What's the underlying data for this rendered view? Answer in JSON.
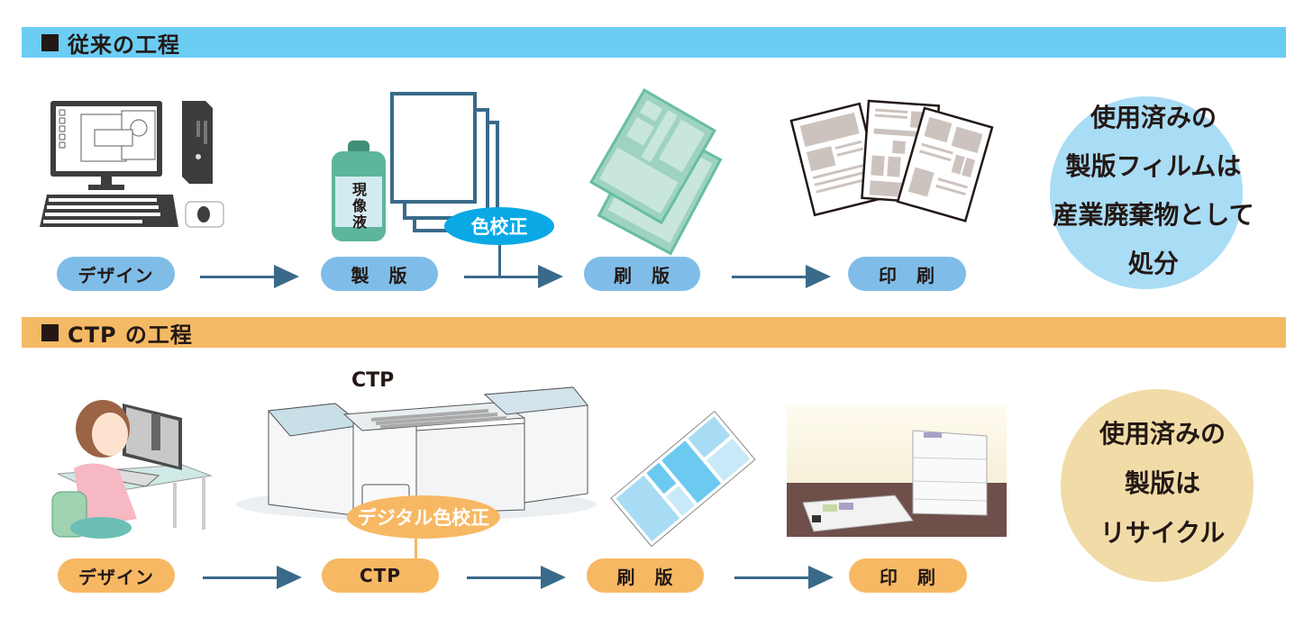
{
  "conventional": {
    "header": {
      "title": "従来の工程"
    },
    "steps": [
      {
        "label": "デザイン"
      },
      {
        "label": "製　版"
      },
      {
        "label": "刷　版"
      },
      {
        "label": "印　刷"
      }
    ],
    "color_proof": "色校正",
    "developer_bottle_label": [
      "現",
      "像",
      "液"
    ],
    "note": [
      "使用済みの",
      "製版フィルムは",
      "産業廃棄物として",
      "処分"
    ],
    "colors": {
      "header": "#6bcdf4",
      "pill": "#7fbde8",
      "proof": "#0aa9e6",
      "note_circle": "#a9dcf5"
    }
  },
  "ctp": {
    "header": {
      "title": "CTP の工程"
    },
    "machine_label": "CTP",
    "steps": [
      {
        "label": "デザイン"
      },
      {
        "label": "CTP"
      },
      {
        "label": "刷　版"
      },
      {
        "label": "印　刷"
      }
    ],
    "color_proof": "デジタル色校正",
    "note": [
      "使用済みの",
      "製版は",
      "リサイクル"
    ],
    "colors": {
      "header": "#f4b964",
      "pill": "#f7b864",
      "proof": "#f7b864",
      "note_circle": "#f1dca8"
    }
  },
  "arrow_color": "#3a6a8a"
}
